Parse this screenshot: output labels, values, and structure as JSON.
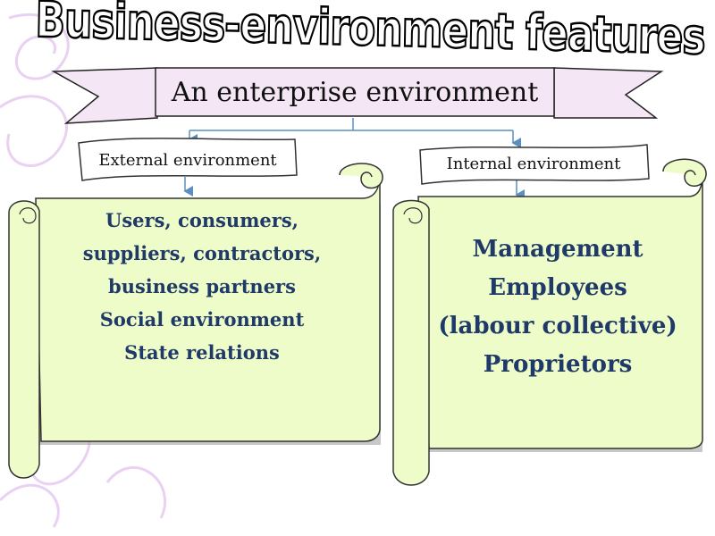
{
  "title": "Business-environment  features",
  "ribbon": {
    "label": "An enterprise environment"
  },
  "external": {
    "label": "External environment",
    "items": [
      "Users, consumers,",
      "suppliers, contractors,",
      "business partners",
      "Social environment",
      "State relations"
    ]
  },
  "internal": {
    "label": "Internal environment",
    "items": [
      "Management",
      "Employees",
      "(labour collective)",
      "Proprietors"
    ]
  },
  "colors": {
    "scroll_fill": "#eefcc9",
    "ribbon_fill": "#f4e6f4",
    "text_blue": "#1f3a68",
    "connector": "#5a8fc0",
    "swirl": "#e6c9f0"
  }
}
